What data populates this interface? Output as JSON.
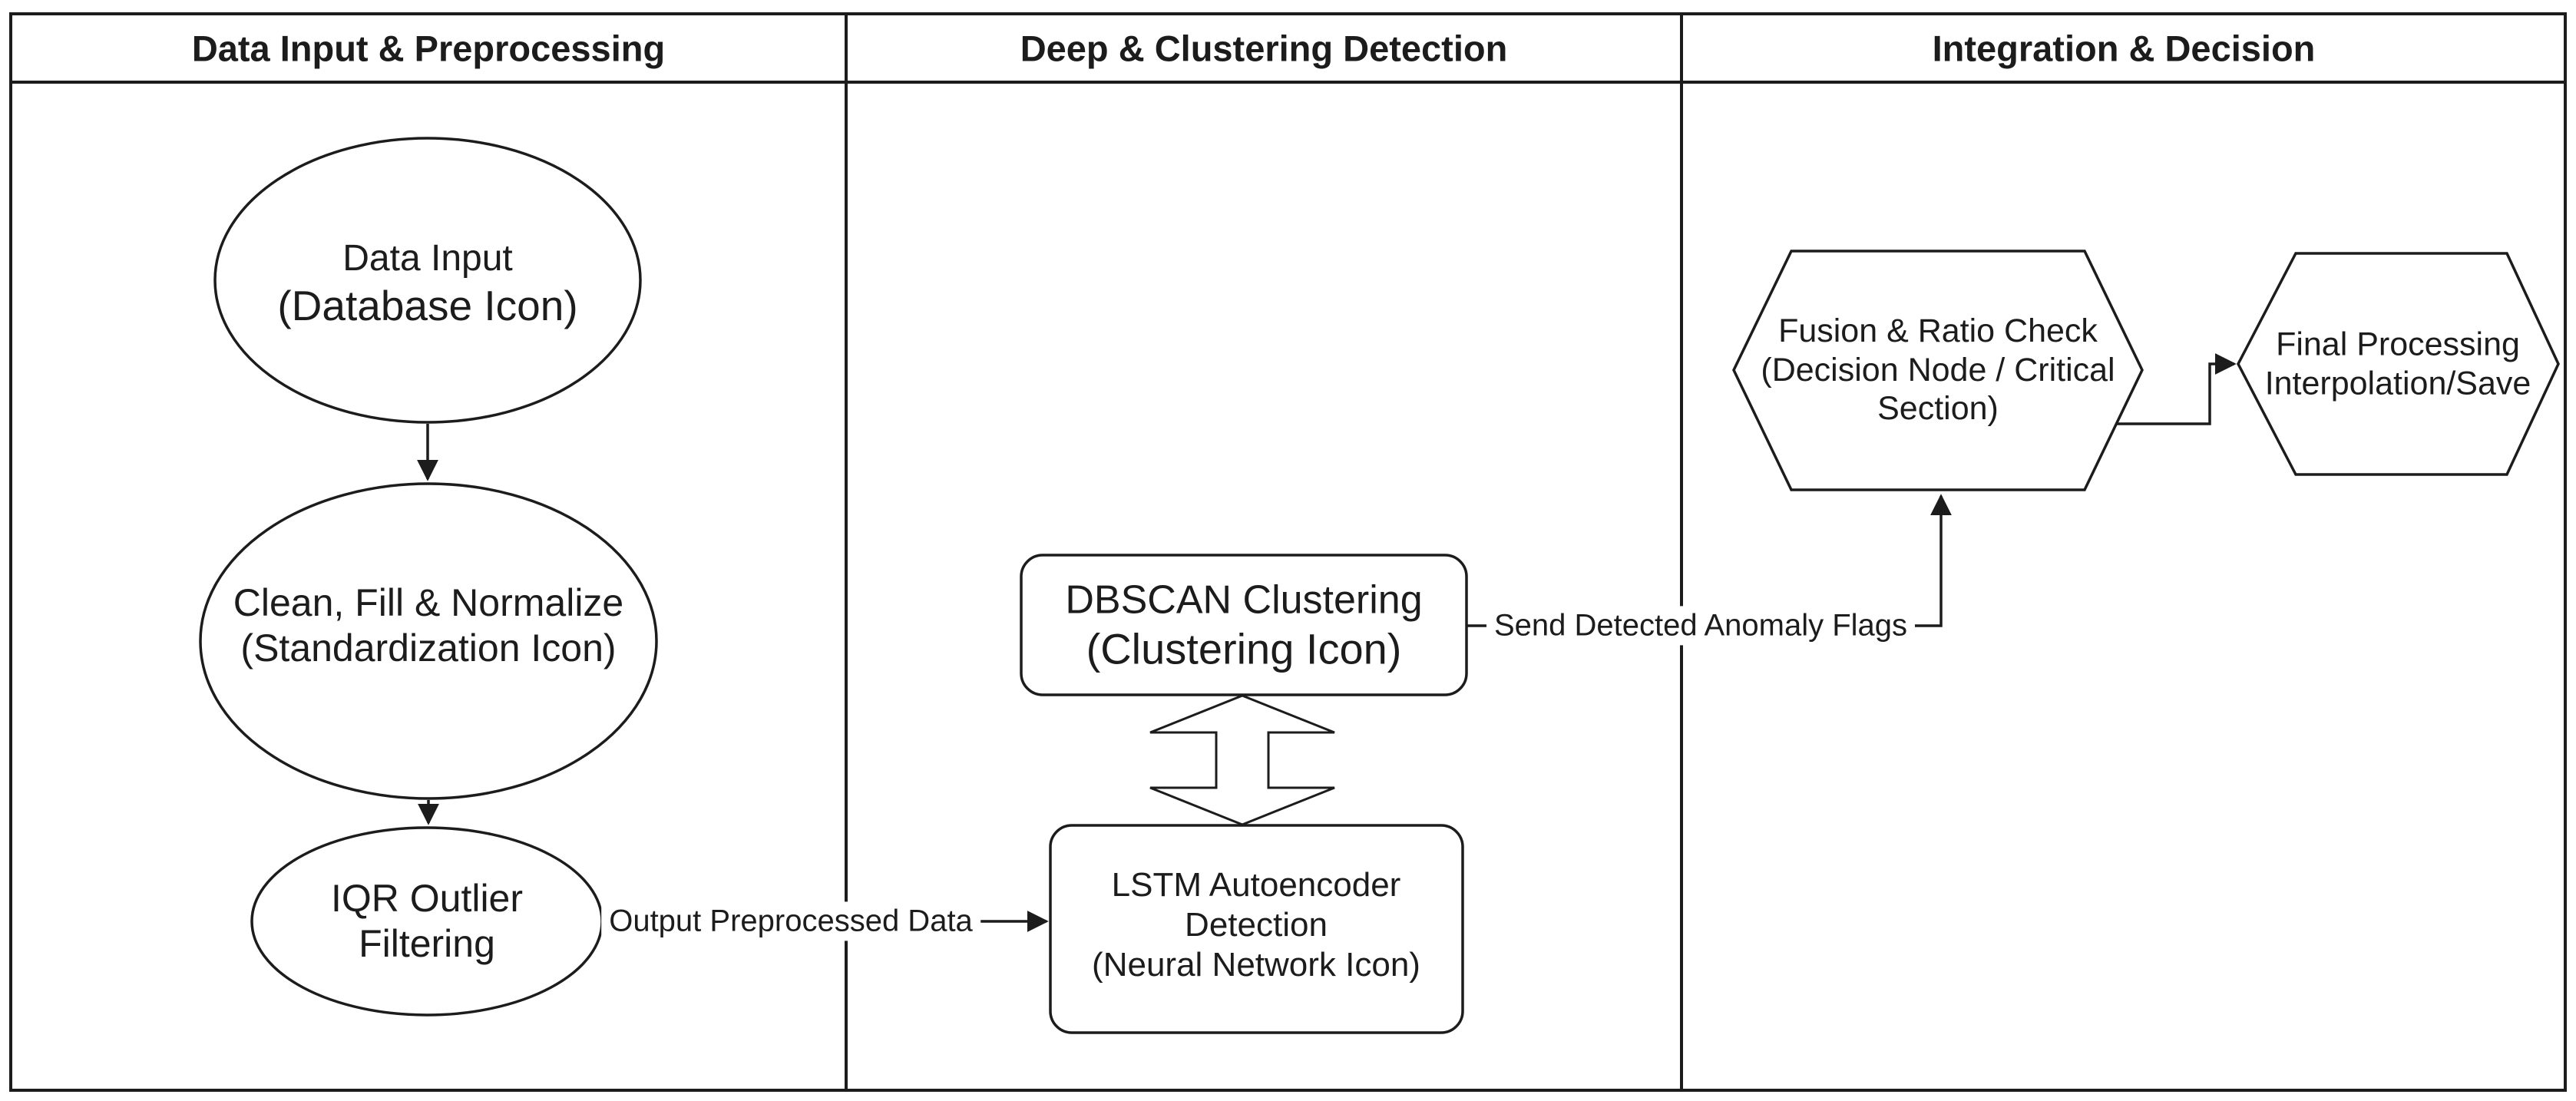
{
  "diagram": {
    "lanes": [
      {
        "id": "preprocessing",
        "title": "Data Input & Preprocessing"
      },
      {
        "id": "detection",
        "title": "Deep & Clustering Detection"
      },
      {
        "id": "integration",
        "title": "Integration & Decision"
      }
    ],
    "nodes": {
      "data_input": {
        "shape": "ellipse",
        "lines": [
          "Data Input",
          "(Database Icon)"
        ]
      },
      "clean_fill_normalize": {
        "shape": "ellipse",
        "lines": [
          "Clean, Fill & Normalize",
          "(Standardization Icon)"
        ]
      },
      "iqr_outlier": {
        "shape": "ellipse",
        "lines": [
          "IQR Outlier",
          "Filtering"
        ]
      },
      "dbscan": {
        "shape": "rounded-rectangle",
        "lines": [
          "DBSCAN Clustering",
          "(Clustering Icon)"
        ]
      },
      "lstm": {
        "shape": "rounded-rectangle",
        "lines": [
          "LSTM Autoencoder",
          "Detection",
          "(Neural Network Icon)"
        ]
      },
      "fusion_ratio_check": {
        "shape": "hexagon",
        "lines": [
          "Fusion & Ratio Check",
          "(Decision Node / Critical",
          "Section)"
        ]
      },
      "final_processing": {
        "shape": "hexagon",
        "lines": [
          "Final Processing",
          "Interpolation/Save"
        ]
      }
    },
    "edge_labels": {
      "output_preprocessed": "Output Preprocessed Data",
      "send_flags": "Send Detected Anomaly Flags"
    },
    "colors": {
      "stroke": "#1c1c1c",
      "node_fill": "#ffffff",
      "background": "#ffffff"
    }
  }
}
